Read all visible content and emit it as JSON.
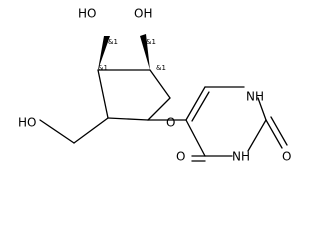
{
  "molecule": {
    "atoms": {
      "o3": "HO",
      "o2": "OH",
      "o5": "HO",
      "o_ring": "O",
      "n1": "NH",
      "n3": "NH",
      "o4": "O",
      "o2p": "O"
    },
    "stereo": {
      "c3": "&1",
      "c2": "&1",
      "c4": "&1",
      "c1": "&1"
    }
  }
}
